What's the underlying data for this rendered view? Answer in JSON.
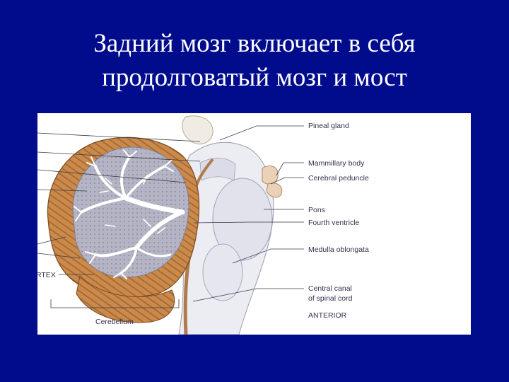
{
  "slide": {
    "title_line1": "Задний мозг включает в себя",
    "title_line2": "продолговатый мозг и мост",
    "background_color": "#000c8c",
    "title_color": "#ffffff"
  },
  "diagram": {
    "labels": {
      "pineal_gland": "Pineal gland",
      "mammillary_body": "Mammillary body",
      "cerebral_peduncle": "Cerebral peduncle",
      "pons": "Pons",
      "fourth_ventricle": "Fourth ventricle",
      "medulla_oblongata": "Medulla oblongata",
      "central_canal_line1": "Central canal",
      "central_canal_line2": "of spinal cord",
      "anterior": "ANTERIOR",
      "cortex_partial": "RTEX",
      "cerebellum": "Cerebellum"
    },
    "colors": {
      "cortex": "#c98a4c",
      "white_matter": "#ffffff",
      "gray_matter": "#a9a9b8",
      "brainstem": "#eaeaf2",
      "ventricle_edge": "#b07a4a"
    }
  }
}
